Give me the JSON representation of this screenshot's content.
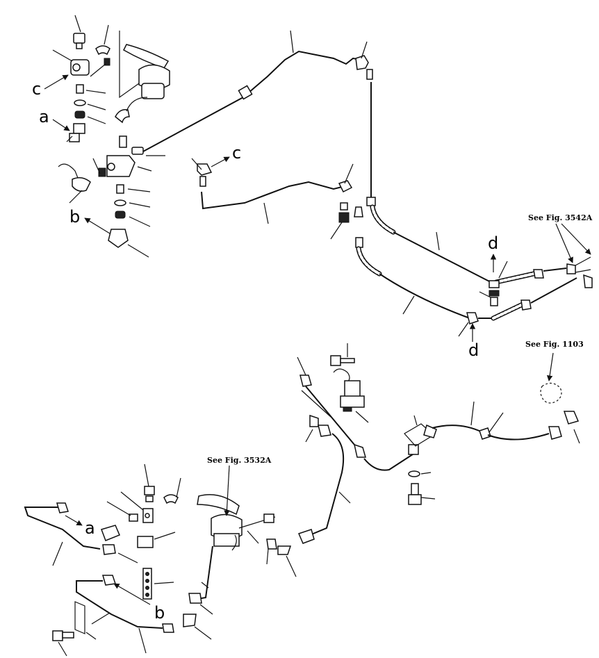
{
  "labels": {
    "a": "a",
    "b": "b",
    "c": "c",
    "d": "d"
  },
  "references": {
    "fig_3542a": "See Fig. 3542A",
    "fig_1103": "See Fig. 1103",
    "fig_3532a": "See Fig. 3532A"
  }
}
